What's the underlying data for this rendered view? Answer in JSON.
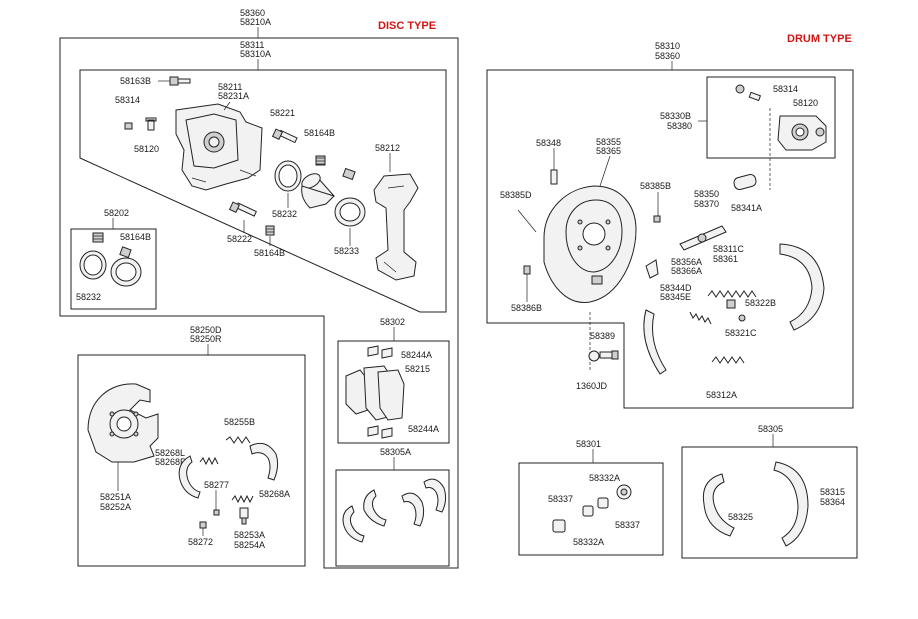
{
  "titles": {
    "disc": "DISC TYPE",
    "drum": "DRUM TYPE"
  },
  "labels": {
    "l58360": "58360",
    "l58210A": "58210A",
    "l58311": "58311",
    "l58310A": "58310A",
    "l58163B": "58163B",
    "l58211": "58211",
    "l58231A": "58231A",
    "l58314a": "58314",
    "l58120a": "58120",
    "l58221": "58221",
    "l58164Ba": "58164B",
    "l58212": "58212",
    "l58232a": "58232",
    "l58222": "58222",
    "l58164Bb": "58164B",
    "l58233": "58233",
    "l58202": "58202",
    "l58164Bc": "58164B",
    "l58232b": "58232",
    "l58250D": "58250D",
    "l58250R": "58250R",
    "l58255B": "58255B",
    "l58268L": "58268L",
    "l58268R": "58268R",
    "l58277": "58277",
    "l58268A": "58268A",
    "l58251A": "58251A",
    "l58252A": "58252A",
    "l58272": "58272",
    "l58253A": "58253A",
    "l58254A": "58254A",
    "l58302": "58302",
    "l58244Aa": "58244A",
    "l58215": "58215",
    "l58244Ab": "58244A",
    "l58305Aa": "58305A",
    "l58310": "58310",
    "l58360b": "58360",
    "l58314b": "58314",
    "l58120b": "58120",
    "l58330B": "58330B",
    "l58380": "58380",
    "l58348": "58348",
    "l58355": "58355",
    "l58365": "58365",
    "l58385D": "58385D",
    "l58385B": "58385B",
    "l58350": "58350",
    "l58370": "58370",
    "l58341A": "58341A",
    "l58311C": "58311C",
    "l58361": "58361",
    "l58356A": "58356A",
    "l58366A": "58366A",
    "l58344D": "58344D",
    "l58345E": "58345E",
    "l58322B": "58322B",
    "l58321C": "58321C",
    "l58386B": "58386B",
    "l58389": "58389",
    "l1360JD": "1360JD",
    "l58312A": "58312A",
    "l58301": "58301",
    "l58332Aa": "58332A",
    "l58337a": "58337",
    "l58337b": "58337",
    "l58332Ab": "58332A",
    "l58305b": "58305",
    "l58315": "58315",
    "l58364": "58364",
    "l58325": "58325"
  },
  "icon_names": [
    "caliper-icon",
    "caliper-bracket-icon",
    "brake-pad-icon",
    "piston-icon",
    "seal-ring-icon",
    "backing-plate-icon",
    "brake-shoe-icon",
    "spring-icon",
    "wheel-cylinder-icon",
    "bolt-icon",
    "adjuster-icon"
  ]
}
